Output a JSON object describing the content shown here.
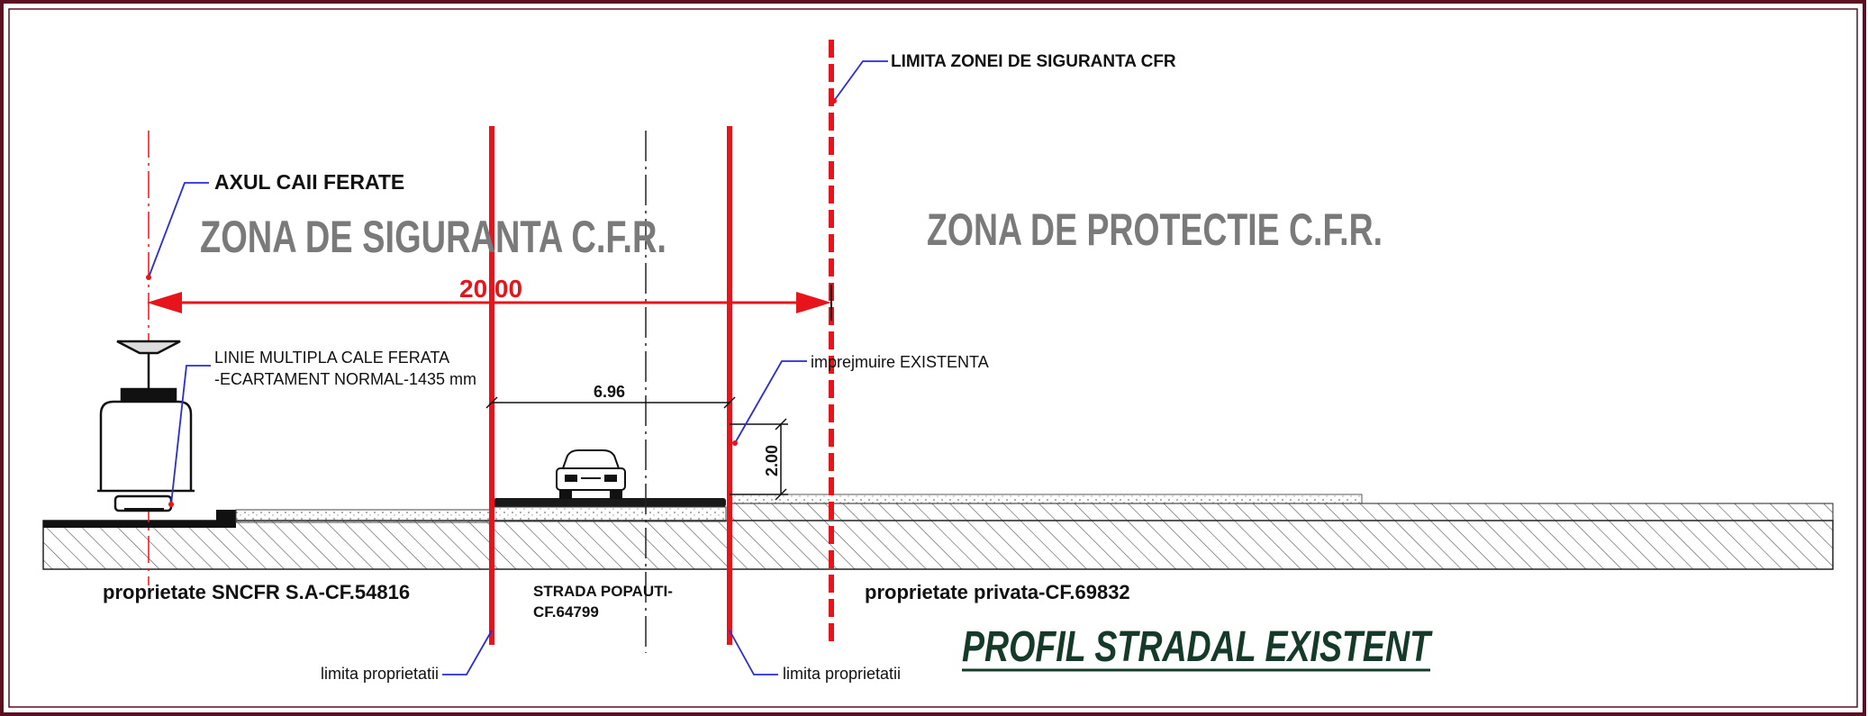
{
  "labels": {
    "limita_zonei": "LIMITA ZONEI DE SIGURANTA CFR",
    "axul": "AXUL CAII FERATE",
    "zona_siguranta": "ZONA DE SIGURANTA C.F.R.",
    "zona_protectie": "ZONA DE PROTECTIE C.F.R.",
    "dim_20": "20.00",
    "linie_1": "LINIE MULTIPLA CALE FERATA",
    "linie_2": "-ECARTAMENT NORMAL-1435 mm",
    "imprejmuire": "imprejmuire EXISTENTA",
    "dim_696": "6.96",
    "dim_200": "2.00",
    "prop_sncfr": "proprietate  SNCFR S.A-CF.54816",
    "strada_1": "STRADA POPAUTI-",
    "strada_2": "CF.64799",
    "prop_privata": "proprietate  privata-CF.69832",
    "limita_left": "limita proprietatii",
    "limita_right": "limita proprietatii",
    "title": "PROFIL STRADAL EXISTENT"
  },
  "colors": {
    "red": "#e8141b",
    "blue": "#2b2bd9",
    "grey_text": "#7a7a7a",
    "title": "#153a2a",
    "frame": "#5a1020"
  }
}
